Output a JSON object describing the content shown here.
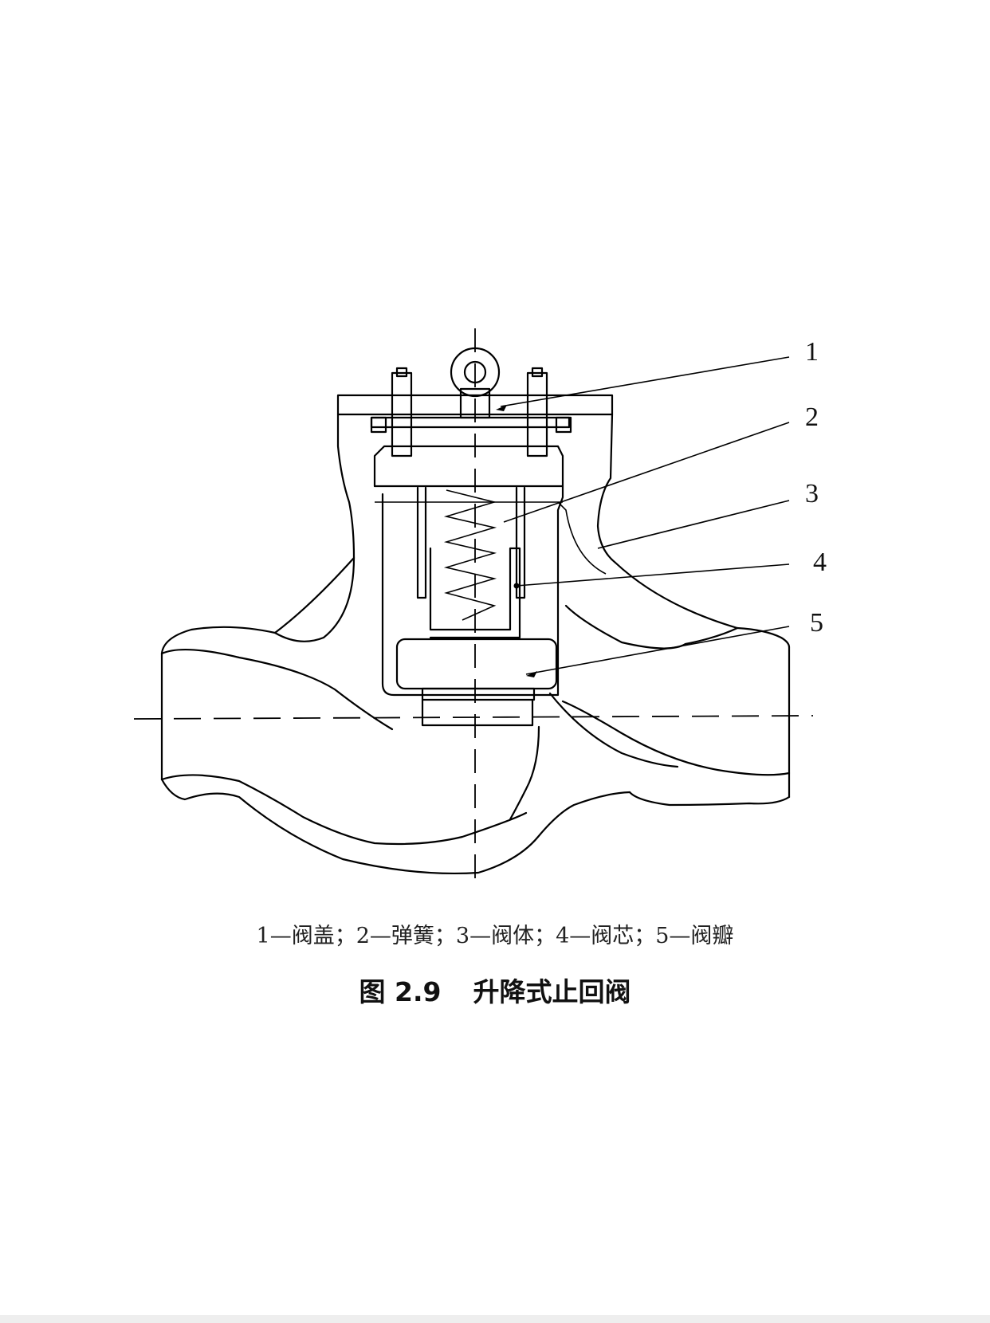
{
  "diagram": {
    "callouts": [
      {
        "id": "1",
        "label": "1"
      },
      {
        "id": "2",
        "label": "2"
      },
      {
        "id": "3",
        "label": "3"
      },
      {
        "id": "4",
        "label": "4"
      },
      {
        "id": "5",
        "label": "5"
      }
    ]
  },
  "legend": "1—阀盖；2—弹簧；3—阀体；4—阀芯；5—阀瓣",
  "caption": {
    "number": "图 2.9",
    "title": "升降式止回阀"
  }
}
